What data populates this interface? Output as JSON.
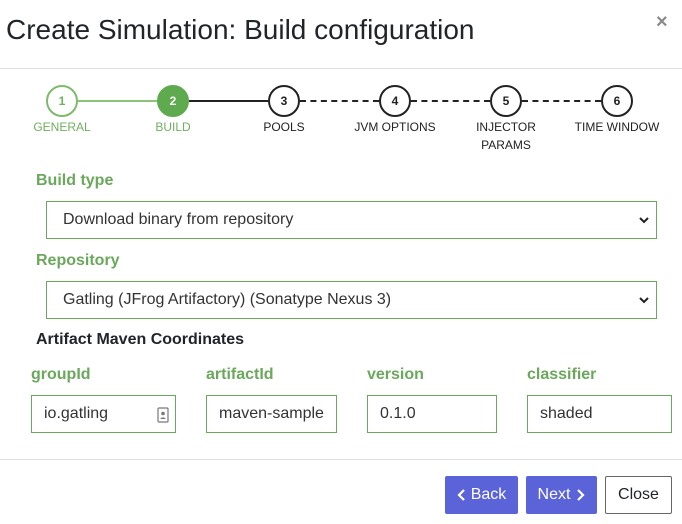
{
  "modal": {
    "title": "Create Simulation: Build configuration",
    "close_symbol": "×"
  },
  "steps": [
    {
      "number": "1",
      "label": "GENERAL",
      "state": "done"
    },
    {
      "number": "2",
      "label": "BUILD",
      "state": "active"
    },
    {
      "number": "3",
      "label": "POOLS",
      "state": "todo"
    },
    {
      "number": "4",
      "label": "JVM OPTIONS",
      "state": "todo"
    },
    {
      "number": "5",
      "label": "INJECTOR PARAMS",
      "state": "todo"
    },
    {
      "number": "6",
      "label": "TIME WINDOW",
      "state": "todo"
    }
  ],
  "form": {
    "build_type_label": "Build type",
    "build_type_value": "Download binary from repository",
    "repository_label": "Repository",
    "repository_value": "Gatling (JFrog Artifactory) (Sonatype Nexus 3)",
    "coordinates_heading": "Artifact Maven Coordinates",
    "fields": {
      "groupId": {
        "label": "groupId",
        "value": "io.gatling"
      },
      "artifactId": {
        "label": "artifactId",
        "value": "maven-sample"
      },
      "version": {
        "label": "version",
        "value": "0.1.0"
      },
      "classifier": {
        "label": "classifier",
        "value": "shaded"
      }
    }
  },
  "footer": {
    "back_label": "Back",
    "next_label": "Next",
    "close_label": "Close"
  },
  "colors": {
    "accent_green": "#6aa85b",
    "primary_button": "#5b63d8"
  },
  "icons": {
    "close": "close-icon",
    "back": "chevron-left-icon",
    "next": "chevron-right-icon",
    "select_arrow": "chevron-down-icon",
    "autofill": "contact-card-icon"
  }
}
